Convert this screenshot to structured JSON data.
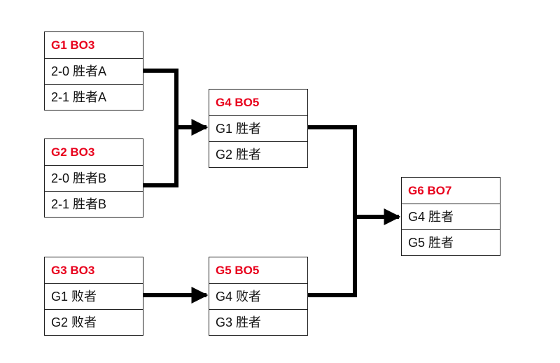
{
  "matches": {
    "g1": {
      "title": "G1 BO3",
      "rows": [
        "2-0 胜者A",
        "2-1 胜者A"
      ]
    },
    "g2": {
      "title": "G2 BO3",
      "rows": [
        "2-0 胜者B",
        "2-1 胜者B"
      ]
    },
    "g3": {
      "title": "G3 BO3",
      "rows": [
        "G1 败者",
        "G2 败者"
      ]
    },
    "g4": {
      "title": "G4 BO5",
      "rows": [
        "G1 胜者",
        "G2 胜者"
      ]
    },
    "g5": {
      "title": "G5 BO5",
      "rows": [
        "G4 败者",
        "G3 胜者"
      ]
    },
    "g6": {
      "title": "G6 BO7",
      "rows": [
        "G4 胜者",
        "G5 胜者"
      ]
    }
  },
  "colors": {
    "title": "#e8001c",
    "line": "#000000",
    "border": "#222222"
  }
}
